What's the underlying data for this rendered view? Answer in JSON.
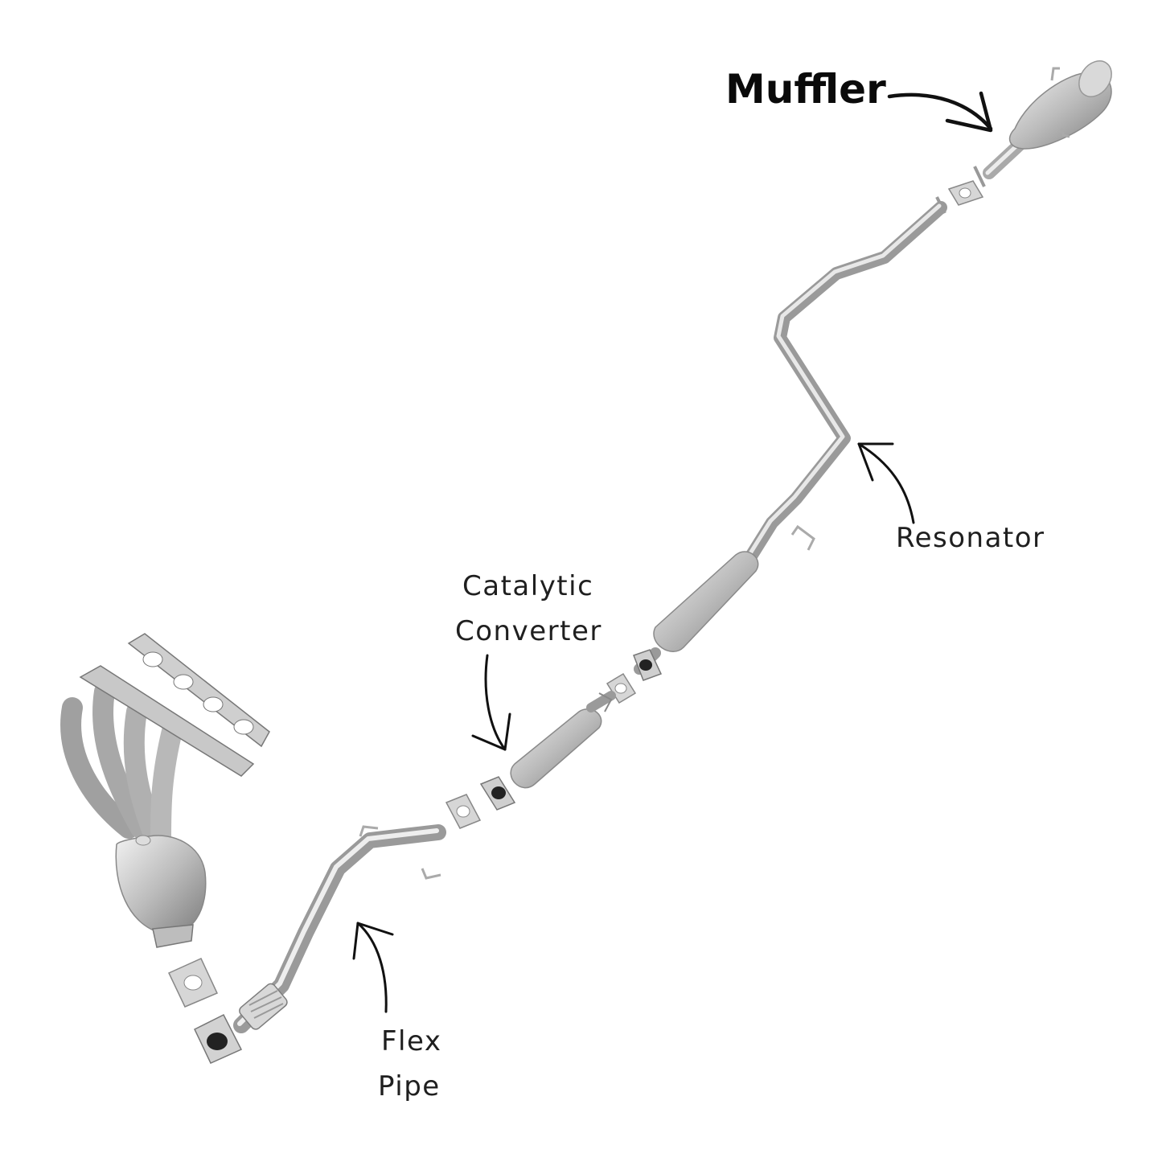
{
  "labels": {
    "muffler": "Muffler",
    "resonator": "Resonator",
    "catalytic_line1": "Catalytic",
    "catalytic_line2": "Converter",
    "flex_line1": "Flex",
    "flex_line2": "Pipe"
  },
  "colors": {
    "metal_light": "#e6e6e6",
    "metal_mid": "#bdbdbd",
    "metal_dark": "#8c8c8c",
    "gasket": "#cfcfcf",
    "arrow": "#111111",
    "text": "#1f1f1f"
  }
}
